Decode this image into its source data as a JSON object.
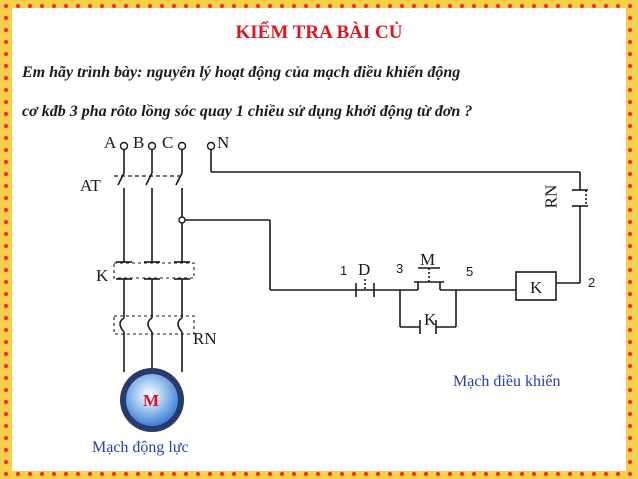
{
  "header": {
    "title": "KIỂM TRA BÀI CỦ",
    "question_line1": "Em hãy trình bày: nguyên lý hoạt động của mạch điều khiển động",
    "question_line2": "cơ kđb 3 pha rôto lồng sóc quay 1 chiều sử dụng khởi động từ đơn  ?"
  },
  "power_circuit": {
    "terminal_a": "A",
    "terminal_b": "B",
    "terminal_c": "C",
    "terminal_n": "N",
    "breaker_label": "AT",
    "contactor_label": "K",
    "thermal_relay_label": "RN",
    "motor_label": "M",
    "caption": "Mạch động lực"
  },
  "control_circuit": {
    "node_1": "1",
    "stop_button_label": "D",
    "node_3": "3",
    "start_button_label": "M",
    "node_5": "5",
    "coil_label": "K",
    "node_2": "2",
    "hold_contact_label": "K",
    "thermal_contact_label": "RN",
    "caption": "Mạch điều khiển"
  },
  "colors": {
    "frame_outer": "#f6d04a",
    "frame_dots": "#ee1c25",
    "title": "#e0141e",
    "caption": "#2840b0",
    "motor_fill": "#3f7fd8",
    "wire": "#1a1a1a"
  }
}
